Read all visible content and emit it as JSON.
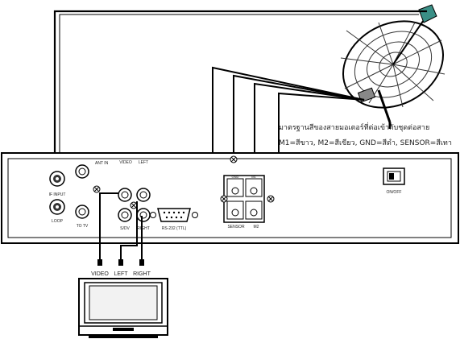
{
  "note": {
    "line1": "มาตรฐานสีของสายมอเตอร์ที่ต่อเข้ากับชุดต่อสาย",
    "line2": "M1=สีขาว, M2=สีเขียว, GND=สีดำ, SENSOR=สีเทา"
  },
  "panel_labels": {
    "if_input": "IF INPUT",
    "loop": "LOOP",
    "ant_in": "ANT IN",
    "to_tv": "TO TV",
    "video": "VIDEO",
    "left": "LEFT",
    "svdv": "S/DV",
    "right": "RIGHT",
    "rs232": "RS-232 (TTL)",
    "sensor": "SENSOR",
    "m1": "M1",
    "gnd": "GND",
    "m2": "M2",
    "onoff": "ON/OFF"
  },
  "cable_labels": {
    "video": "VIDEO",
    "left": "LEFT",
    "right": "RIGHT"
  },
  "colors": {
    "line": "#000000",
    "panel": "#ffffff",
    "lnb": "#3a8f86"
  }
}
